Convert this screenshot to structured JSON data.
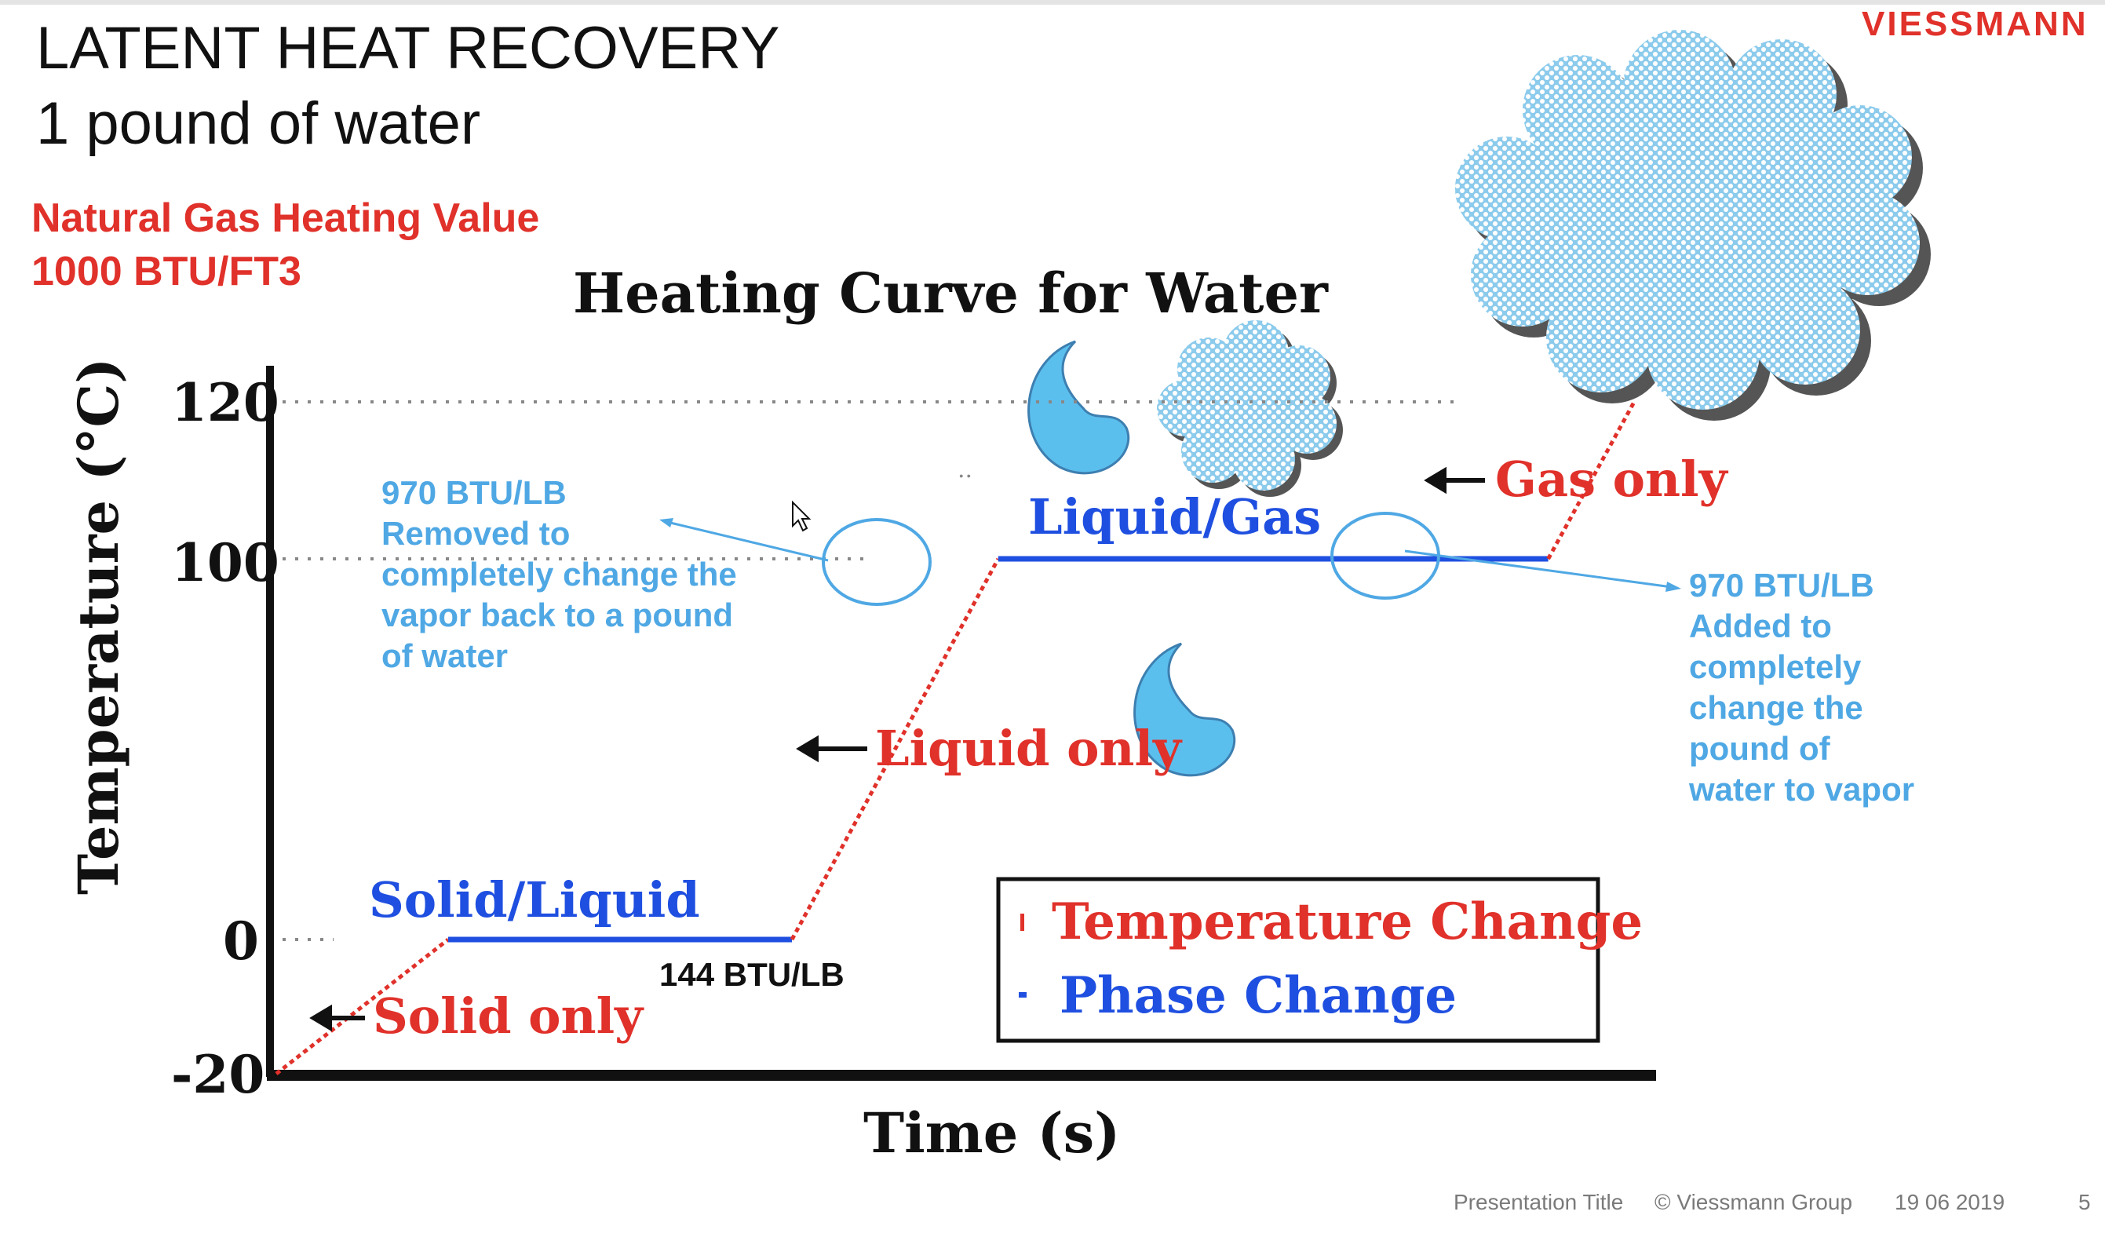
{
  "slide": {
    "title_line1": "LATENT HEAT RECOVERY",
    "title_line2": "1 pound of water",
    "gas_line1": "Natural Gas Heating Value",
    "gas_line2": "1000 BTU/FT3",
    "logo": "VIESSMANN"
  },
  "annotations": {
    "left": [
      "970 BTU/LB",
      "Removed to",
      "completely change the",
      "vapor back to a pound",
      "of water"
    ],
    "right": [
      "970 BTU/LB",
      "Added to",
      "completely",
      "change the",
      "pound of",
      "water to vapor"
    ],
    "fusion": "144 BTU/LB"
  },
  "footer": {
    "presentation": "Presentation Title",
    "copyright": "© Viessmann Group",
    "date": "19 06 2019",
    "page": "5"
  },
  "colors": {
    "temperature_change": "#e0312a",
    "phase_change": "#1f4fe0",
    "annotation": "#4fa8e4",
    "cloud": "#8ccbec"
  },
  "icons": [
    "droplet-icon",
    "cloud-icon",
    "arrow-left-icon",
    "mouse-cursor-icon"
  ],
  "chart_data": {
    "type": "line",
    "title": "Heating Curve for Water",
    "xlabel": "Time (s)",
    "ylabel": "Temperature (°C)",
    "yticks": [
      "120",
      "100",
      "0",
      "-20"
    ],
    "ylim": [
      -20,
      120
    ],
    "grid": "dotted reference lines at 0, 100, 120",
    "legend": {
      "position": "bottom-right",
      "items": [
        "Temperature Change",
        "Phase Change"
      ]
    },
    "segments": [
      {
        "series": "Temperature Change",
        "label": "Solid only",
        "t": [
          0,
          1
        ],
        "y": [
          -20,
          0
        ]
      },
      {
        "series": "Phase Change",
        "label": "Solid/Liquid",
        "t": [
          1,
          3
        ],
        "y": [
          0,
          0
        ]
      },
      {
        "series": "Temperature Change",
        "label": "Liquid only",
        "t": [
          3,
          4.2
        ],
        "y": [
          0,
          100
        ]
      },
      {
        "series": "Phase Change",
        "label": "Liquid/Gas",
        "t": [
          4.2,
          7.4
        ],
        "y": [
          100,
          100
        ]
      },
      {
        "series": "Temperature Change",
        "label": "Gas only",
        "t": [
          7.4,
          7.9
        ],
        "y": [
          100,
          120
        ]
      }
    ],
    "segment_labels": [
      "Solid only",
      "Solid/Liquid",
      "Liquid only",
      "Liquid/Gas",
      "Gas only"
    ]
  }
}
